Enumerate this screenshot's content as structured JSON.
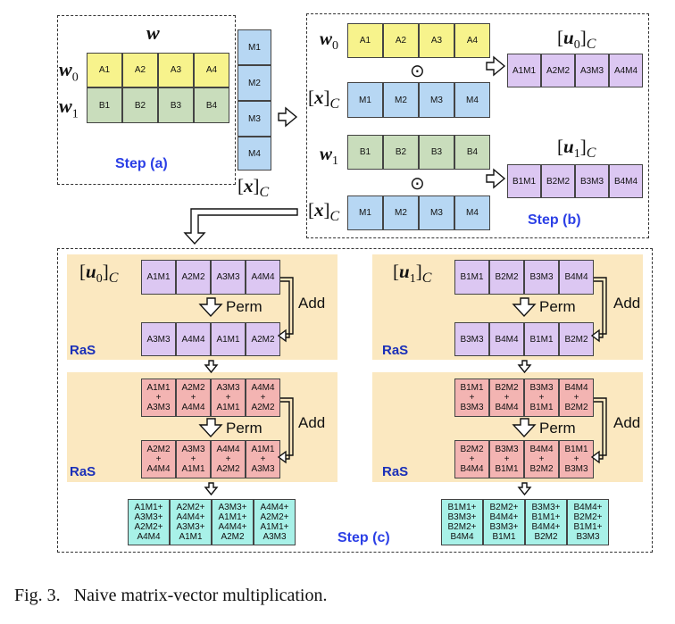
{
  "step_a": {
    "w_label": "w",
    "w0_label": "w",
    "w0_sub": "0",
    "w1_label": "w",
    "w1_sub": "1",
    "w0_cells": [
      "A1",
      "A2",
      "A3",
      "A4"
    ],
    "w1_cells": [
      "B1",
      "B2",
      "B3",
      "B4"
    ],
    "step_label": "Step (a)"
  },
  "x_vector": {
    "cells": [
      "M1",
      "M2",
      "M3",
      "M4"
    ],
    "label_main": "x",
    "label_sub": "C"
  },
  "step_b": {
    "w0_sub": "0",
    "w1_sub": "1",
    "w0_cells": [
      "A1",
      "A2",
      "A3",
      "A4"
    ],
    "w1_cells": [
      "B1",
      "B2",
      "B3",
      "B4"
    ],
    "x_cells": [
      "M1",
      "M2",
      "M3",
      "M4"
    ],
    "mult_symbol": "⊙",
    "u0_label": "u",
    "u0_sub": "0",
    "u1_label": "u",
    "u1_sub": "1",
    "c_sub": "C",
    "u0_cells": [
      "A1M1",
      "A2M2",
      "A3M3",
      "A4M4"
    ],
    "u1_cells": [
      "B1M1",
      "B2M2",
      "B3M3",
      "B4M4"
    ],
    "step_label": "Step (b)"
  },
  "step_c": {
    "left": {
      "label_main": "u",
      "label_sub": "0",
      "row1": [
        "A1M1",
        "A2M2",
        "A3M3",
        "A4M4"
      ],
      "row2": [
        "A3M3",
        "A4M4",
        "A1M1",
        "A2M2"
      ],
      "row3": [
        "A1M1\n+\nA3M3",
        "A2M2\n+\nA4M4",
        "A3M3\n+\nA1M1",
        "A4M4\n+\nA2M2"
      ],
      "row4": [
        "A2M2\n+\nA4M4",
        "A3M3\n+\nA1M1",
        "A4M4\n+\nA2M2",
        "A1M1\n+\nA3M3"
      ],
      "result": [
        "A1M1+\nA3M3+\nA2M2+\nA4M4",
        "A2M2+\nA4M4+\nA3M3+\nA1M1",
        "A3M3+\nA1M1+\nA4M4+\nA2M2",
        "A4M4+\nA2M2+\nA1M1+\nA3M3"
      ]
    },
    "right": {
      "label_main": "u",
      "label_sub": "1",
      "row1": [
        "B1M1",
        "B2M2",
        "B3M3",
        "B4M4"
      ],
      "row2": [
        "B3M3",
        "B4M4",
        "B1M1",
        "B2M2"
      ],
      "row3": [
        "B1M1\n+\nB3M3",
        "B2M2\n+\nB4M4",
        "B3M3\n+\nB1M1",
        "B4M4\n+\nB2M2"
      ],
      "row4": [
        "B2M2\n+\nB4M4",
        "B3M3\n+\nB1M1",
        "B4M4\n+\nB2M2",
        "B1M1\n+\nB3M3"
      ],
      "result": [
        "B1M1+\nB3M3+\nB2M2+\nB4M4",
        "B2M2+\nB4M4+\nB3M3+\nB1M1",
        "B3M3+\nB1M1+\nB4M4+\nB2M2",
        "B4M4+\nB2M2+\nB1M1+\nB3M3"
      ]
    },
    "perm_label": "Perm",
    "add_label": "Add",
    "ras_label": "RaS",
    "step_label": "Step (c)"
  },
  "caption": {
    "fig": "Fig. 3.",
    "text": "Naive matrix-vector multiplication."
  },
  "colors": {
    "yellow": "#f7f38c",
    "green": "#c9ddbc",
    "blue": "#b7d7f3",
    "purple": "#dcc7f2",
    "pink": "#f3b4b2",
    "cyan": "#a8f1e8",
    "band": "#fbe8c0",
    "step_text": "#2b3fe6"
  }
}
